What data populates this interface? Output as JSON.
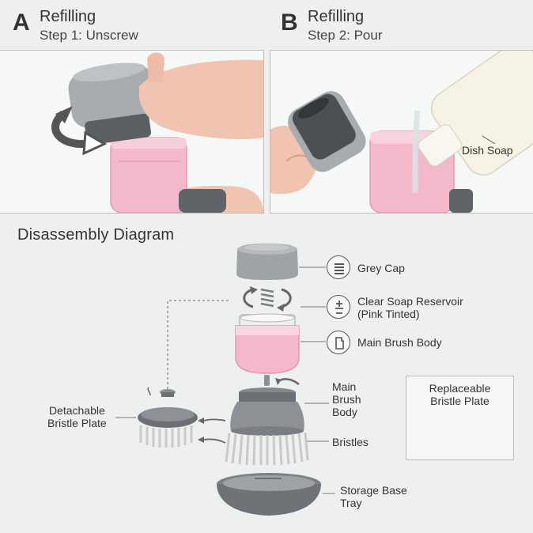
{
  "panels": [
    {
      "letter": "A",
      "title": "Refilling",
      "step": "Step 1: Unscrew"
    },
    {
      "letter": "B",
      "title": "Refilling",
      "step": "Step 2: Pour",
      "annotation": "Dish Soap"
    }
  ],
  "diagram": {
    "title": "Disassembly Diagram",
    "labels": {
      "grey_cap": "Grey Cap",
      "reservoir_line1": "Clear Soap Reservoir",
      "reservoir_line2": "(Pink Tinted)",
      "main_brush_body": "Main Brush Body",
      "main_line1": "Main",
      "main_line2": "Brush",
      "main_line3": "Body",
      "detachable_line1": "Detachable",
      "detachable_line2": "Bristle Plate",
      "bristles": "Bristles",
      "storage_line1": "Storage Base",
      "storage_line2": "Tray"
    },
    "inset": {
      "line1": "Replaceable",
      "line2": "Bristle Plate"
    }
  },
  "colors": {
    "background": "#eef0f0",
    "grey_cap": "#a9acae",
    "dark_grey": "#5f6468",
    "pink": "#f2a7be",
    "bristle_white": "#ececea"
  },
  "icons": [
    "spring-icon",
    "plus-minus-icon",
    "brush-body-icon",
    "rotate-arrow-icon"
  ]
}
